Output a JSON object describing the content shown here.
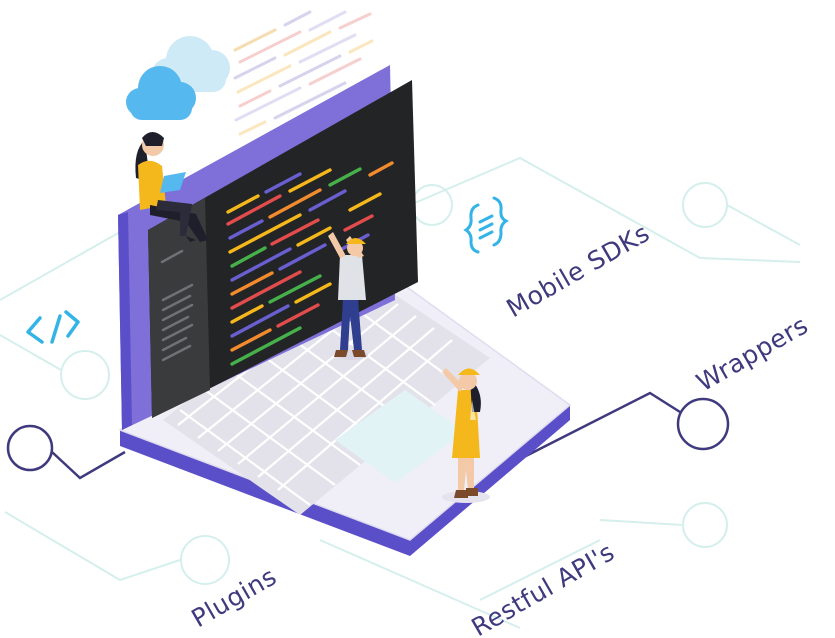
{
  "labels": {
    "mobile_sdks": "Mobile SDKs",
    "wrappers": "Wrappers",
    "plugins": "Plugins",
    "restful_apis": "Restful API's"
  },
  "colors": {
    "accent_purple": "#5b4fc9",
    "dark_purple": "#3f3a7e",
    "light_purple": "#e6e3f5",
    "screen_dark": "#232425",
    "cloud_blue": "#55b8ef",
    "icon_cyan": "#34b3e6",
    "worker_yellow": "#f5b81c",
    "line_mint": "#d5efed"
  },
  "icons": [
    "code-brackets-icon",
    "curly-braces-icon",
    "cloud-icon"
  ]
}
